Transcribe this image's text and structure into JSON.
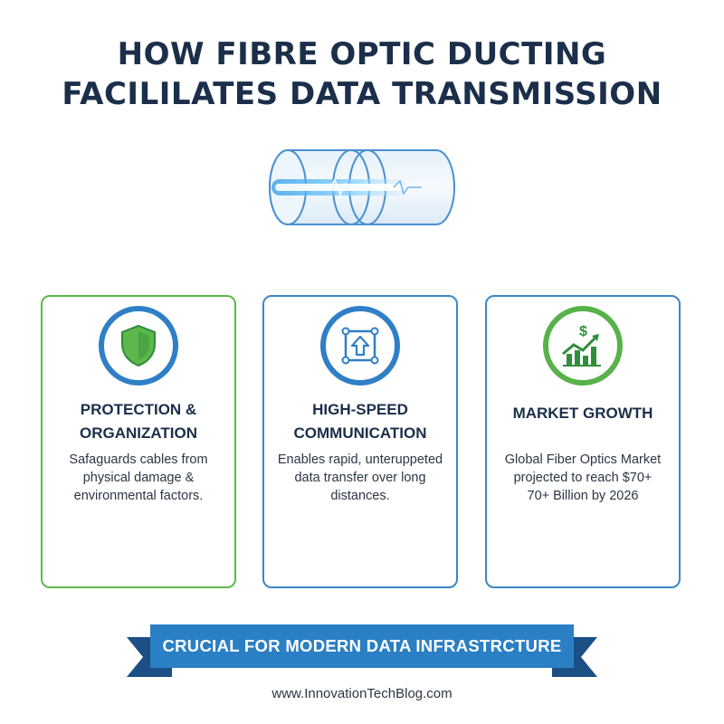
{
  "title": {
    "line1": "HOW FIBRE OPTIC DUCTING",
    "line2": "FACILILATES DATA TRANSMISSION"
  },
  "cards": [
    {
      "icon": "shield-icon",
      "title_line1": "PROTECTION &",
      "title_line2": "ORGANIZATION",
      "text": "Safaguards cables from physical damage & environmental factors.",
      "color": "#5cb84a"
    },
    {
      "icon": "network-upload-icon",
      "title_line1": "HIGH-SPEED",
      "title_line2": "COMMUNICATION",
      "text": "Enables rapid, unteruppeted data transfer over long distances.",
      "color": "#3b87c9"
    },
    {
      "icon": "market-growth-chart-icon",
      "title_line1": "MARKET GROWTH",
      "text_line1": "Global Fiber Optics Market",
      "text_line2": "projected to reach $70+",
      "text_line3": "70+ Billion by 2026",
      "color": "#3b87c9"
    }
  ],
  "banner": {
    "text": "CRUCIAL FOR MODERN DATA INFRASTRCTURE",
    "color": "#2b7fc4"
  },
  "footer": {
    "url": "www.InnovationTechBlog.com"
  }
}
